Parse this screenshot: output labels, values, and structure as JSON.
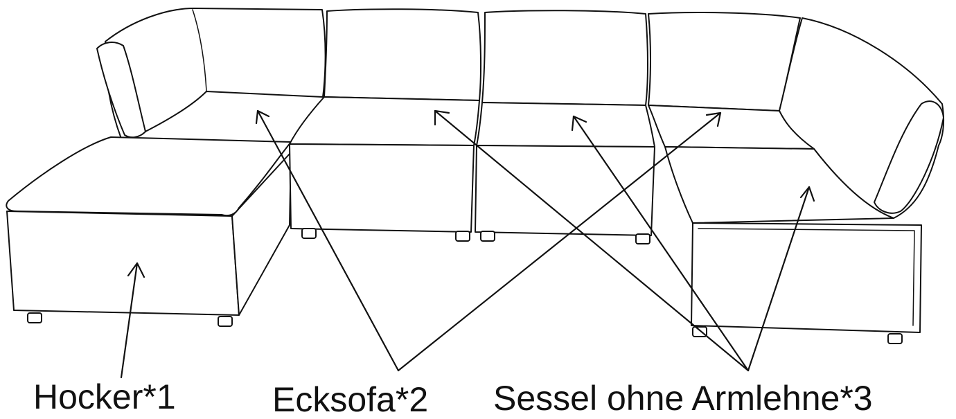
{
  "figure": {
    "description_free": true,
    "labels": {
      "hocker": "Hocker*1",
      "ecksofa": "Ecksofa*2",
      "sessel": "Sessel ohne Armlehne*3"
    }
  }
}
